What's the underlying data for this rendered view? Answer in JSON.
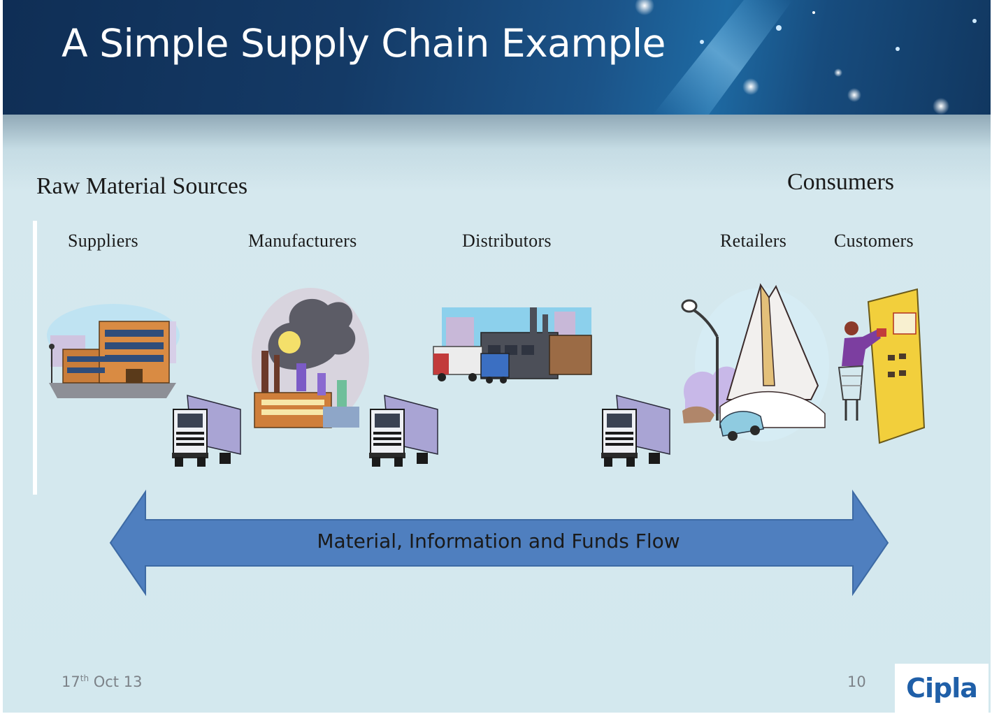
{
  "slide": {
    "title": "A Simple Supply Chain Example",
    "group_left": "Raw Material Sources",
    "group_right": "Consumers"
  },
  "stages": [
    {
      "label": "Suppliers",
      "icon": "office-building-icon"
    },
    {
      "label": "Manufacturers",
      "icon": "factory-icon"
    },
    {
      "label": "Distributors",
      "icon": "warehouse-icon"
    },
    {
      "label": "Retailers",
      "icon": "shopping-mall-icon"
    },
    {
      "label": "Customers",
      "icon": "shopper-icon"
    }
  ],
  "transport": {
    "icon": "truck-icon",
    "count": 3
  },
  "flow": {
    "label": "Material, Information and Funds Flow",
    "color": "#4f7fbf"
  },
  "footer": {
    "date_day": "17",
    "date_suffix": "th",
    "date_rest": " Oct 13",
    "page": "10",
    "logo": "Cipla"
  },
  "colors": {
    "header": "#143a66",
    "background": "#d3e8ee",
    "arrow": "#4f7fbf",
    "logo": "#1f5fa8"
  }
}
